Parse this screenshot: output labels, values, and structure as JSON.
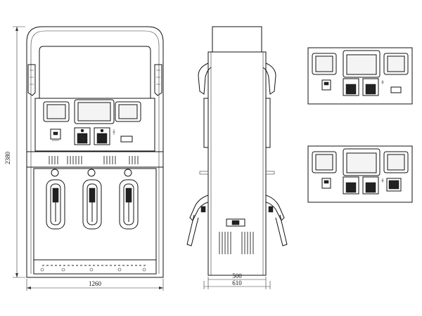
{
  "dimensions": {
    "height_label": "2380",
    "front_width_label": "1260",
    "side_inner_width_label": "500",
    "side_outer_width_label": "610"
  },
  "views": [
    "front-view",
    "side-view",
    "top-panel-variant-a",
    "top-panel-variant-b"
  ]
}
